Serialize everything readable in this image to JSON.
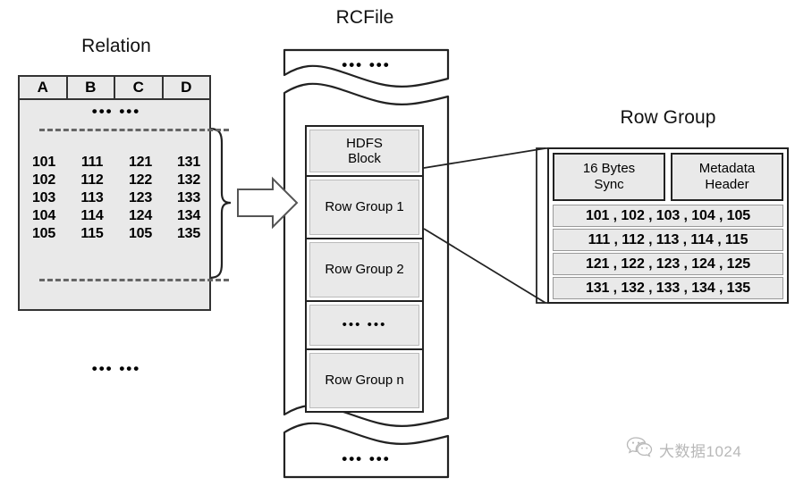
{
  "diagram": {
    "titles": {
      "relation": "Relation",
      "rcfile": "RCFile",
      "rowgroup": "Row Group"
    },
    "relation": {
      "columns": [
        "A",
        "B",
        "C",
        "D"
      ],
      "top_ellipsis": "••• •••",
      "bottom_ellipsis": "••• •••",
      "rows": [
        [
          "101",
          "111",
          "121",
          "131"
        ],
        [
          "102",
          "112",
          "122",
          "132"
        ],
        [
          "103",
          "113",
          "123",
          "133"
        ],
        [
          "104",
          "114",
          "124",
          "134"
        ],
        [
          "105",
          "115",
          "105",
          "135"
        ]
      ]
    },
    "rcfile": {
      "top_ellipsis": "••• •••",
      "bottom_ellipsis": "••• •••",
      "blocks": [
        {
          "label": "HDFS\nBlock",
          "kind": "hdfs"
        },
        {
          "label": "Row Group 1",
          "kind": "group"
        },
        {
          "label": "Row Group 2",
          "kind": "group"
        },
        {
          "label": "••• •••",
          "kind": "dots"
        },
        {
          "label": "Row Group n",
          "kind": "group"
        }
      ]
    },
    "rowgroup": {
      "header_cells": [
        "16 Bytes\nSync",
        "Metadata\nHeader"
      ],
      "data_rows": [
        "101 , 102 , 103 , 104 , 105",
        "111 , 112 , 113 , 114 , 115",
        "121 , 122 , 123 , 124 , 125",
        "131 , 132 , 133 , 134 , 135"
      ]
    },
    "watermark": {
      "text": "大数据1024",
      "icon": "wechat-icon"
    },
    "colors": {
      "fill_gray": "#e9e9e9",
      "stroke_dark": "#222222",
      "dashed_gray": "#666666",
      "watermark_gray": "#8d8d8d"
    }
  }
}
